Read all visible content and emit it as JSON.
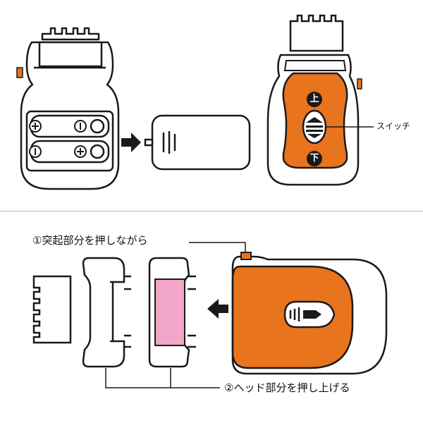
{
  "top": {
    "switch_label": "スイッチ",
    "direction_up": "上",
    "direction_down": "下"
  },
  "bottom": {
    "step1_label": "①突起部分を押しながら",
    "step2_label": "②ヘッド部分を押し上げる"
  },
  "colors": {
    "accent_orange": "#e8741e",
    "outline": "#1a1a1a",
    "pink_pad": "#f2a7c8",
    "frame": "#e6a87a"
  }
}
